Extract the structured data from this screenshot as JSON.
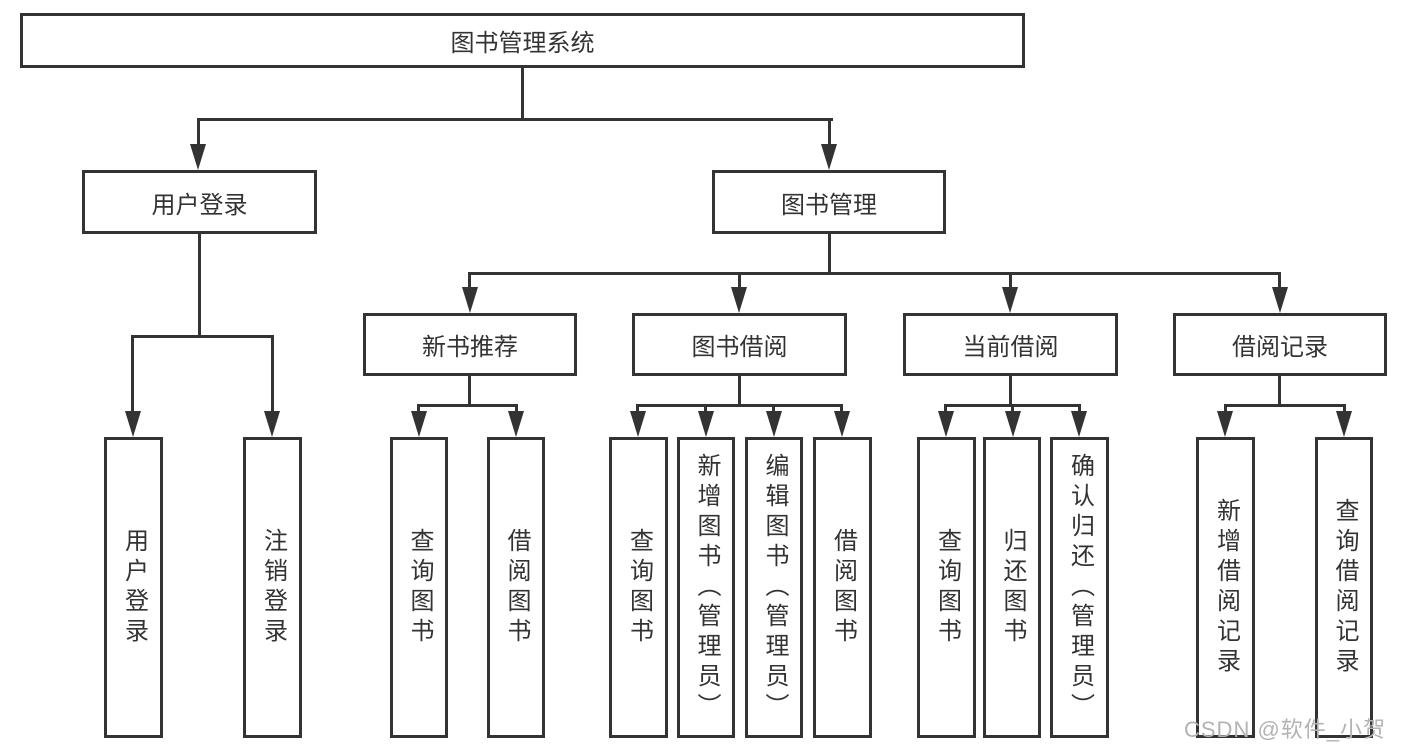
{
  "diagram": {
    "title": "图书管理系统",
    "root": {
      "label": "图书管理系统"
    },
    "branches": [
      {
        "label": "用户登录"
      },
      {
        "label": "图书管理"
      }
    ],
    "modules": [
      {
        "label": "新书推荐"
      },
      {
        "label": "图书借阅"
      },
      {
        "label": "当前借阅"
      },
      {
        "label": "借阅记录"
      }
    ],
    "leaves": [
      {
        "label": "用户登录",
        "parent": "用户登录"
      },
      {
        "label": "注销登录",
        "parent": "用户登录"
      },
      {
        "label": "查询图书",
        "parent": "新书推荐"
      },
      {
        "label": "借阅图书",
        "parent": "新书推荐"
      },
      {
        "label": "查询图书",
        "parent": "图书借阅"
      },
      {
        "label": "新增图书（管理员）",
        "parent": "图书借阅"
      },
      {
        "label": "编辑图书（管理员）",
        "parent": "图书借阅"
      },
      {
        "label": "借阅图书",
        "parent": "图书借阅"
      },
      {
        "label": "查询图书",
        "parent": "当前借阅"
      },
      {
        "label": "归还图书",
        "parent": "当前借阅"
      },
      {
        "label": "确认归还（管理员）",
        "parent": "当前借阅"
      },
      {
        "label": "新增借阅记录",
        "parent": "借阅记录"
      },
      {
        "label": "查询借阅记录",
        "parent": "借阅记录"
      }
    ]
  },
  "watermark": {
    "text": "CSDN @软件_小贺同学"
  },
  "colors": {
    "line": "#333333",
    "text": "#333333",
    "box_background": "#ffffff",
    "watermark": "#b3b3b3",
    "page_background": "#ffffff"
  }
}
